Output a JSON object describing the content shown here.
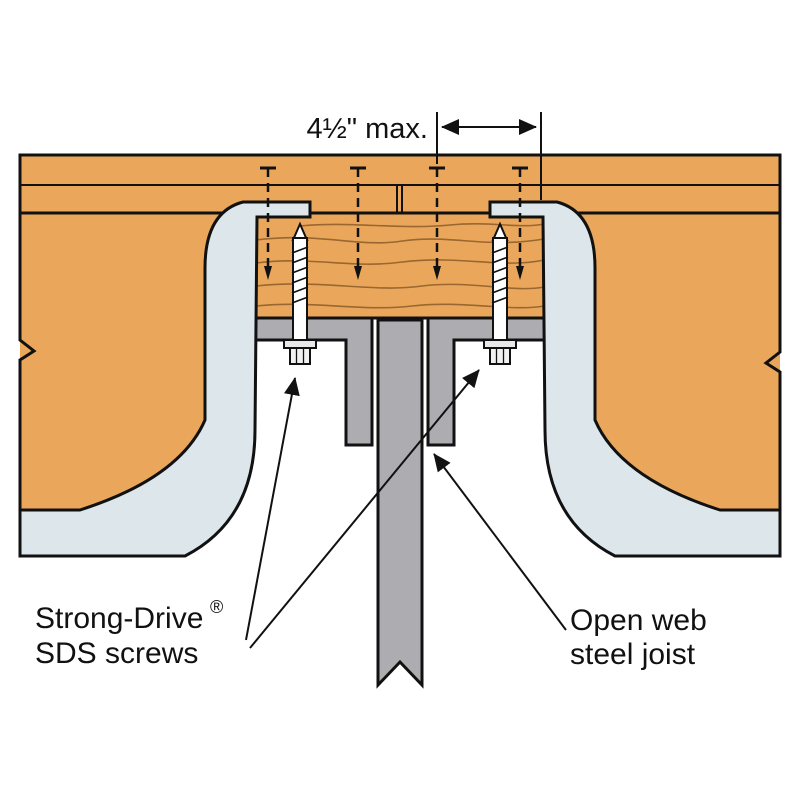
{
  "diagram": {
    "dimension_label": "4½\" max.",
    "screw_label": {
      "brand": "Strong-Drive",
      "registered_mark": "®",
      "line2": "SDS screws"
    },
    "joist_label": {
      "line1": "Open web",
      "line2": "steel joist"
    }
  },
  "palette": {
    "wood": "#EAA75C",
    "wood_grain": "#99672F",
    "steel_blue": "#DCE6EB",
    "steel_gray": "#ADADB1",
    "outline": "#111111",
    "background": "#FFFFFF"
  }
}
